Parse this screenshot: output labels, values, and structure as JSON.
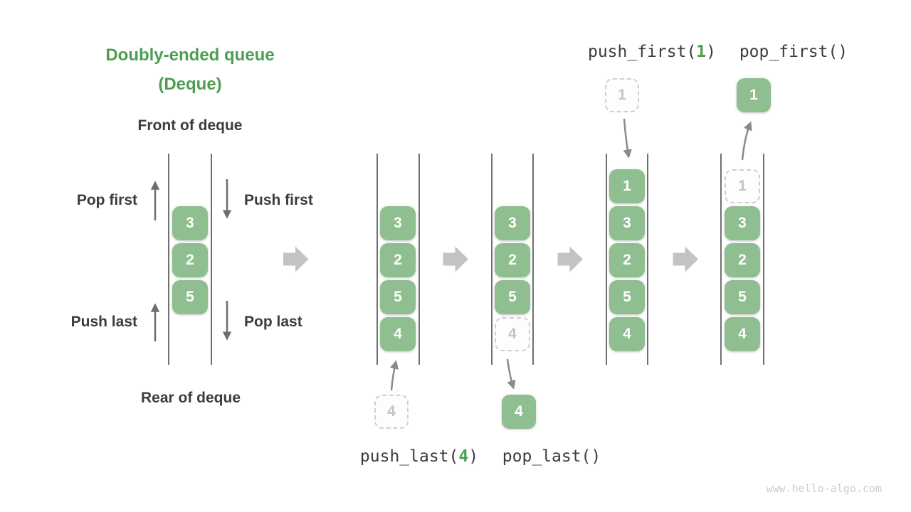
{
  "title": {
    "line1": "Doubly-ended queue",
    "line2": "(Deque)"
  },
  "deque_diagram": {
    "front_label": "Front of deque",
    "rear_label": "Rear of deque",
    "pop_first_label": "Pop first",
    "push_first_label": "Push first",
    "push_last_label": "Push last",
    "pop_last_label": "Pop last",
    "items": [
      "3",
      "2",
      "5"
    ]
  },
  "steps": {
    "push_last": {
      "label_prefix": "push_last(",
      "label_arg": "4",
      "label_suffix": ")",
      "queue": [
        "3",
        "2",
        "5",
        "4"
      ],
      "incoming_value": "4"
    },
    "pop_last": {
      "label": "pop_last()",
      "queue": [
        "3",
        "2",
        "5"
      ],
      "ghost_value": "4",
      "popped_value": "4"
    },
    "push_first": {
      "label_prefix": "push_first(",
      "label_arg": "1",
      "label_suffix": ")",
      "queue": [
        "1",
        "3",
        "2",
        "5",
        "4"
      ],
      "incoming_value": "1"
    },
    "pop_first": {
      "label": "pop_first()",
      "queue": [
        "3",
        "2",
        "5",
        "4"
      ],
      "ghost_value": "1",
      "popped_value": "1"
    }
  },
  "watermark": "www.hello-algo.com",
  "colors": {
    "cell_green": "#8fbe90",
    "accent_green": "#4c9e52",
    "text_dark": "#3c3c3c",
    "arrow_dark": "#6e6e6e",
    "arrow_step": "#8a8a8a",
    "arrow_big": "#c3c3c3",
    "ghost_border": "#cfcfcf",
    "ghost_text": "#c4c4c4",
    "rail": "#4d4d4d",
    "watermark": "#cccccc"
  }
}
